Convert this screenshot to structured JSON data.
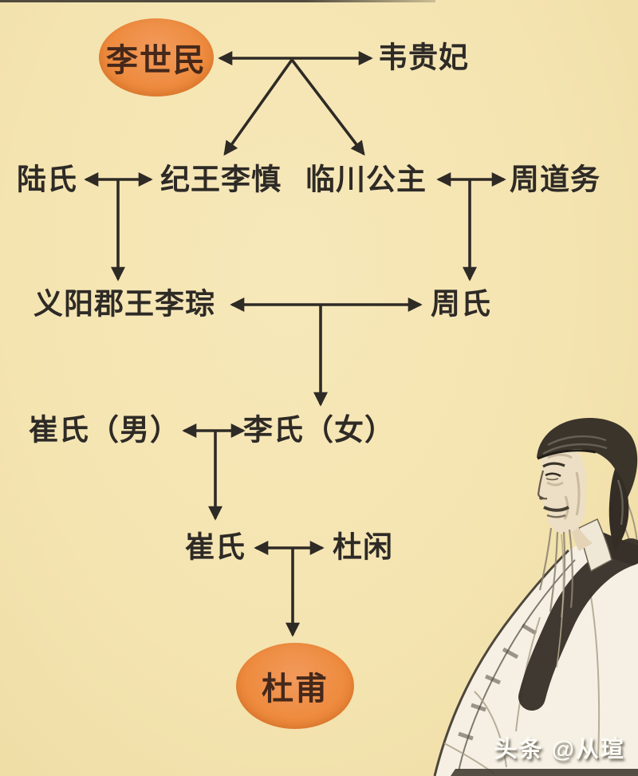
{
  "page": {
    "background_color": "#f4e4b0",
    "watermark": "头条 @从瑄"
  },
  "tree": {
    "highlight_color": "#ee8c40",
    "oval_text_color": "#45281a",
    "text_color": "#2e2a25",
    "arrow_color": "#2e2a25",
    "nodes": {
      "lishimin": {
        "label": "李世民",
        "highlighted": true
      },
      "weiguifei": {
        "label": "韦贵妃",
        "highlighted": false
      },
      "lushi": {
        "label": "陆氏",
        "highlighted": false
      },
      "jiwang": {
        "label": "纪王李慎",
        "highlighted": false
      },
      "linchuan": {
        "label": "临川公主",
        "highlighted": false
      },
      "zhoudaowu": {
        "label": "周道务",
        "highlighted": false
      },
      "yiyang": {
        "label": "义阳郡王李琮",
        "highlighted": false
      },
      "zhoushi": {
        "label": "周氏",
        "highlighted": false
      },
      "cuishi_m": {
        "label": "崔氏（男）",
        "highlighted": false
      },
      "lishi_f": {
        "label": "李氏（女）",
        "highlighted": false
      },
      "cuishi": {
        "label": "崔氏",
        "highlighted": false
      },
      "duxian": {
        "label": "杜闲",
        "highlighted": false
      },
      "dufu": {
        "label": "杜甫",
        "highlighted": true
      }
    },
    "relations": [
      {
        "type": "couple",
        "a": "李世民",
        "b": "韦贵妃",
        "children": [
          "纪王李慎",
          "临川公主"
        ]
      },
      {
        "type": "couple",
        "a": "陆氏",
        "b": "纪王李慎",
        "children": [
          "义阳郡王李琮"
        ]
      },
      {
        "type": "couple",
        "a": "临川公主",
        "b": "周道务",
        "children": [
          "周氏"
        ]
      },
      {
        "type": "couple",
        "a": "义阳郡王李琮",
        "b": "周氏",
        "children": [
          "李氏（女）"
        ]
      },
      {
        "type": "couple",
        "a": "崔氏（男）",
        "b": "李氏（女）",
        "children": [
          "崔氏"
        ]
      },
      {
        "type": "couple",
        "a": "崔氏",
        "b": "杜闲",
        "children": [
          "杜甫"
        ]
      }
    ]
  },
  "portrait": {
    "description": "杜甫水墨画像"
  }
}
